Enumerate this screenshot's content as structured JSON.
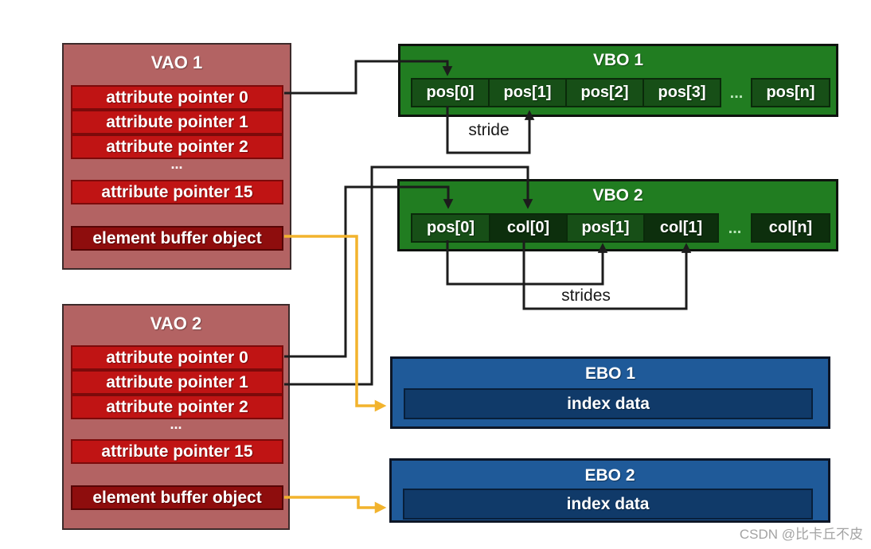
{
  "watermark": "CSDN @比卡丘不皮",
  "labels": {
    "stride": "stride",
    "strides": "strides",
    "ellipsis": "..."
  },
  "vao1": {
    "title": "VAO 1",
    "pointers": [
      "attribute pointer 0",
      "attribute pointer 1",
      "attribute pointer 2"
    ],
    "pointer15": "attribute pointer 15",
    "ebo": "element buffer object"
  },
  "vao2": {
    "title": "VAO 2",
    "pointers": [
      "attribute pointer 0",
      "attribute pointer 1",
      "attribute pointer 2"
    ],
    "pointer15": "attribute pointer 15",
    "ebo": "element buffer object"
  },
  "vbo1": {
    "title": "VBO 1",
    "cells": [
      "pos[0]",
      "pos[1]",
      "pos[2]",
      "pos[3]"
    ],
    "last_cell": "pos[n]"
  },
  "vbo2": {
    "title": "VBO 2",
    "cells": [
      "pos[0]",
      "col[0]",
      "pos[1]",
      "col[1]"
    ],
    "last_cell": "col[n]"
  },
  "ebo1": {
    "title": "EBO 1",
    "content": "index data"
  },
  "ebo2": {
    "title": "EBO 2",
    "content": "index data"
  },
  "colors": {
    "vao_fill": "#b36363",
    "attr_cell_fill": "#c01414",
    "element_buffer_cell_fill": "#8e0d0d",
    "vbo_fill": "#217d21",
    "vbo_cell_fill": "#174f17",
    "vbo_cell_dark_fill": "#0d2f0d",
    "ebo_fill": "#1f5a99",
    "ebo_inner_fill": "#103a69",
    "arrow_black": "#1c1c1c",
    "arrow_yellow": "#f2b32d"
  }
}
